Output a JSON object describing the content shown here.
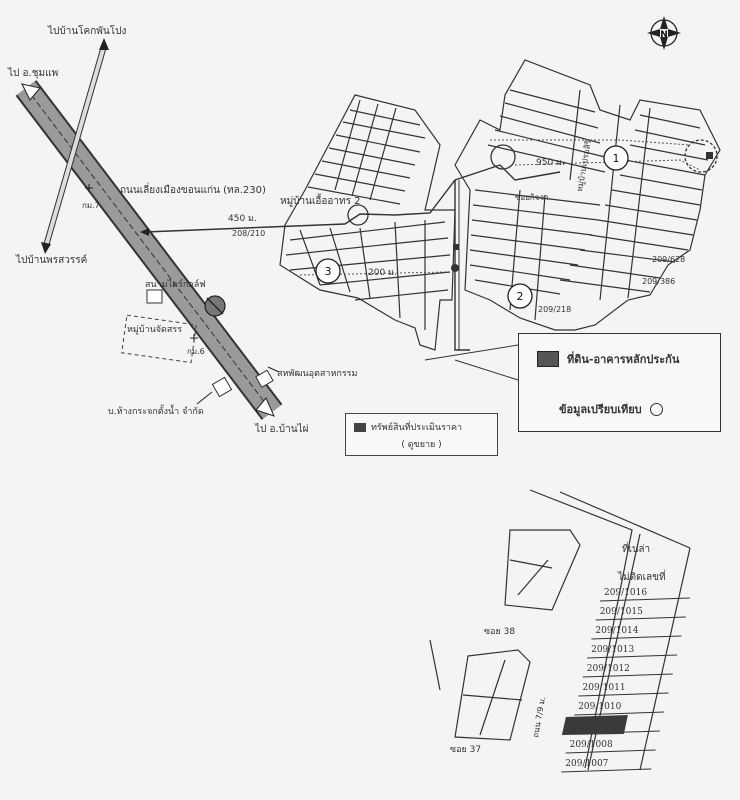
{
  "labels": {
    "to_ban_khok": "ไปบ้านโคกพันโปง",
    "to_chumphae": "ไป อ.ชุมแพ",
    "to_ban_phon": "ไปบ้านพรสวรรค์",
    "to_ban_phai": "ไป อ.บ้านไผ่",
    "highway": "ถนนเลี่ยงเมืองขอนแก่น (ทล.230)",
    "km7": "กม.7",
    "km6": "กม.6",
    "dist_450": "450 ม.",
    "dist_200": "200 ม.",
    "dist_950": "950 ม.",
    "village_2": "หมู่บ้านเอื้ออาทร 2",
    "code_208": "208/210",
    "driving_range": "สนามไดร์กอล์ฟ",
    "village_sub": "หมู่บ้านจัดสรร",
    "shop_right": "สหพัฒนอุตสาหกรรม",
    "company": "บ.ห้างกระจกตั้งน้ำ จำกัด",
    "soi_a": "ซอยกิจจา",
    "soi_vert": "หมู่บ้านเปรมสิริ",
    "compass": "N",
    "marker_1": "1",
    "marker_2": "2",
    "marker_3": "3",
    "code_209_628": "209/628",
    "code_209_386": "209/386",
    "code_209_218": "209/218"
  },
  "legend": {
    "subject_property": "ที่ดิน-อาคารหลักประกัน",
    "comparables": "ข้อมูลเปรียบเทียบ"
  },
  "legend2": {
    "line1": "ทรัพย์สินที่ประเมินราคา",
    "line2": "( ดูขยาย )"
  },
  "detail": {
    "empty_lot": "ที่เปล่า",
    "no_house": "ไม่ติดเลขที่",
    "lots": [
      "209/1016",
      "209/1015",
      "209/1014",
      "209/1013",
      "209/1012",
      "209/1011",
      "209/1010",
      "",
      "209/1008",
      "209/1007"
    ],
    "soi_38": "ซอย 38",
    "soi_37": "ซอย 37",
    "road_label": "ถนน 7/9 ม."
  }
}
